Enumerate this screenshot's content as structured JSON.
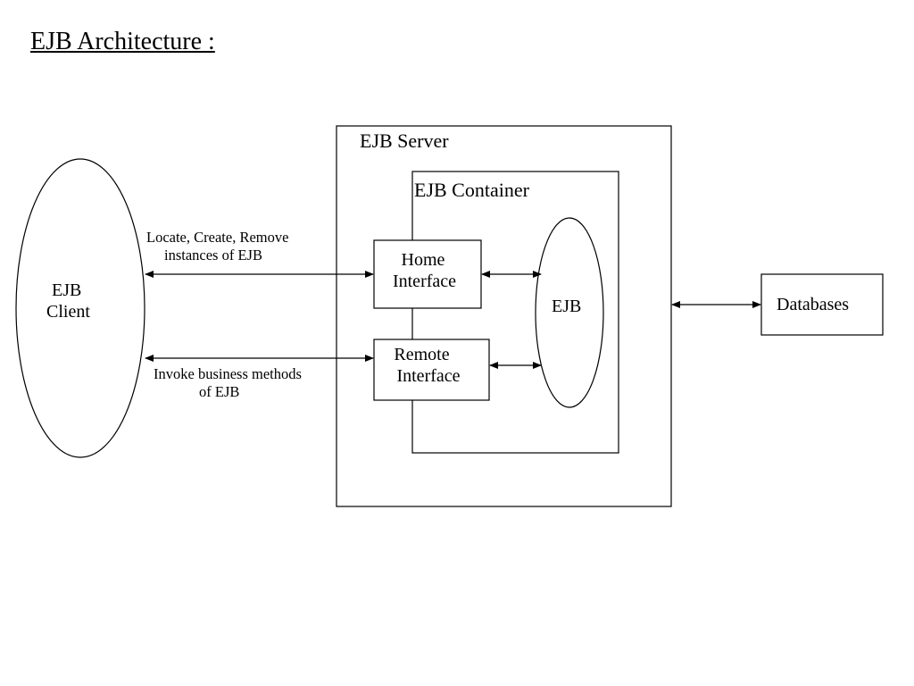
{
  "title": "EJB Architecture :",
  "client": {
    "line1": "EJB",
    "line2": "Client"
  },
  "server": {
    "label": "EJB Server"
  },
  "container": {
    "label": "EJB Container"
  },
  "home_interface": {
    "line1": "Home",
    "line2": "Interface"
  },
  "remote_interface": {
    "line1": "Remote",
    "line2": "Interface"
  },
  "ejb": {
    "label": "EJB"
  },
  "databases": {
    "label": "Databases"
  },
  "arrow_labels": {
    "home_line1": "Locate, Create, Remove",
    "home_line2": "instances of EJB",
    "remote_line1": "Invoke business methods",
    "remote_line2": "of EJB"
  }
}
